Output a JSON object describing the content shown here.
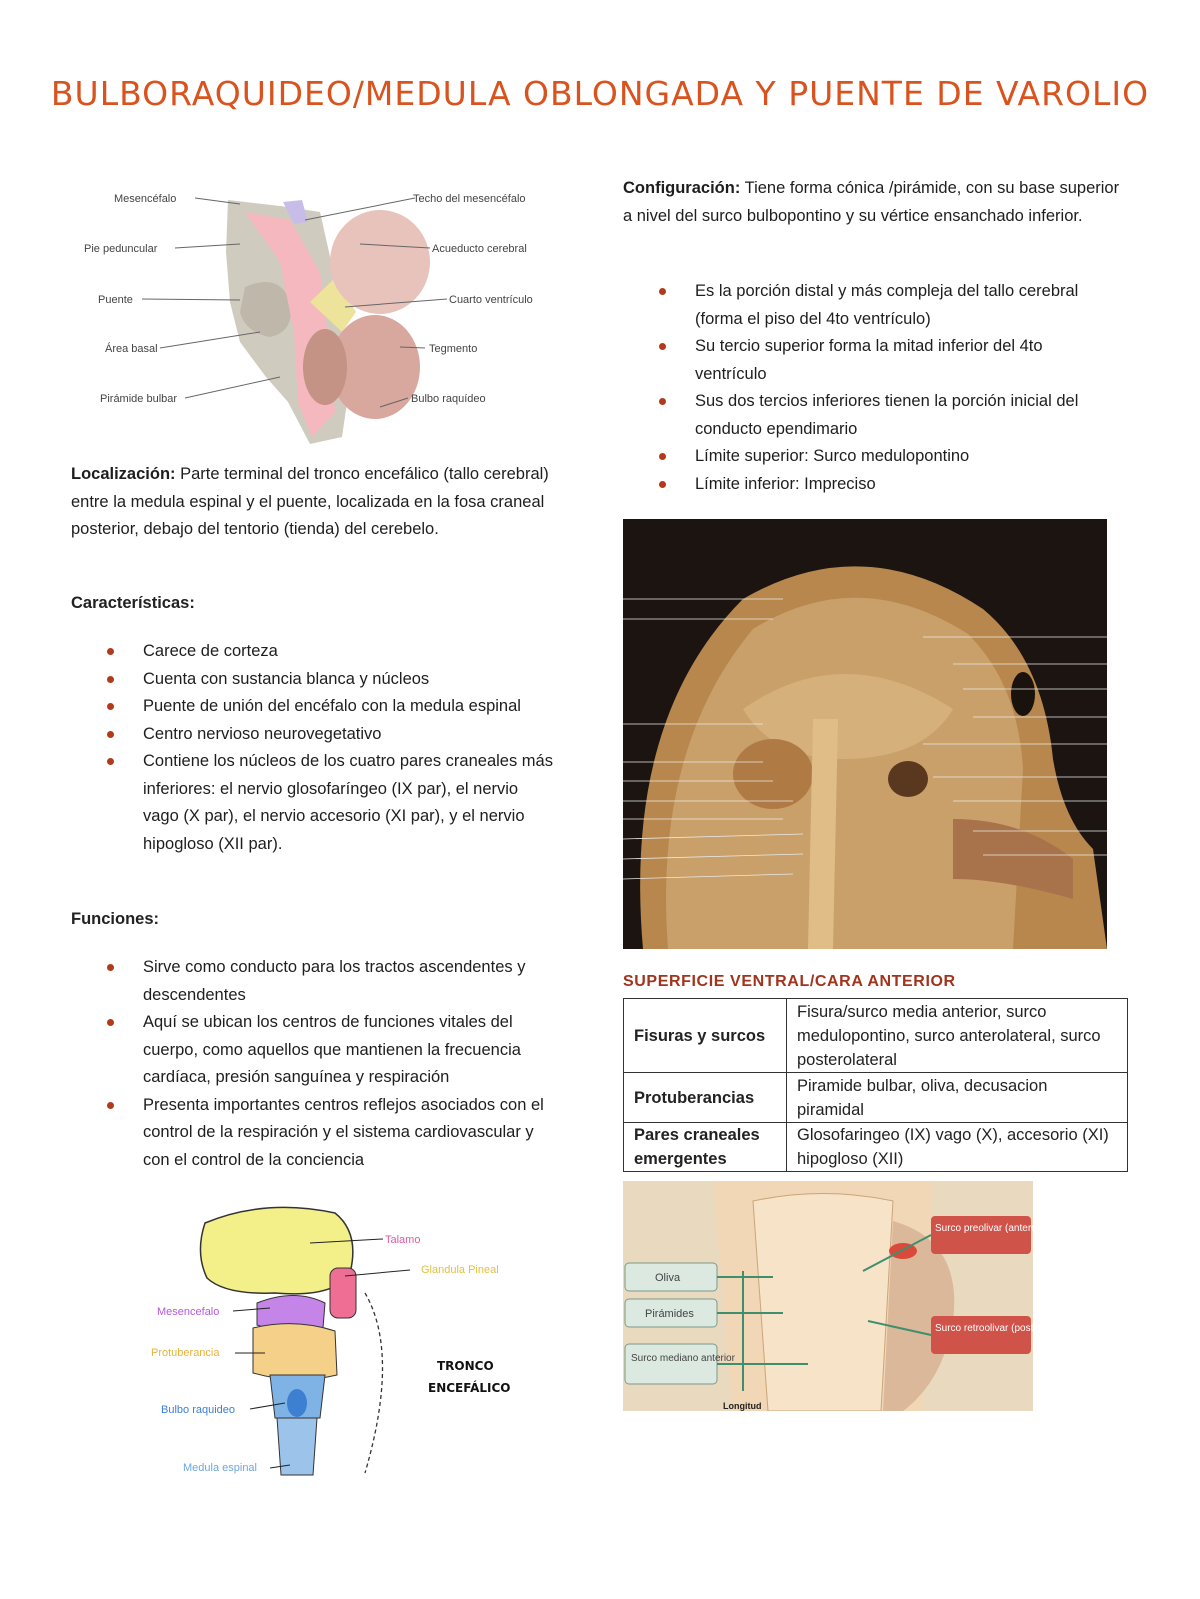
{
  "title": "BULBORAQUIDEO/MEDULA OBLONGADA Y  PUENTE DE VAROLIO",
  "figure1": {
    "labels": [
      "Mesencéfalo",
      "Pie peduncular",
      "Puente",
      "Área basal",
      "Pirámide bulbar",
      "Techo del mesencéfalo",
      "Acueducto cerebral",
      "Cuarto ventrículo",
      "Tegmento",
      "Bulbo raquídeo"
    ]
  },
  "localizacion": {
    "label": "Localización:",
    "text": " Parte terminal del tronco encefálico (tallo cerebral) entre la medula espinal y el puente, localizada en la fosa craneal posterior, debajo del tentorio (tienda) del cerebelo."
  },
  "caracteristicas": {
    "heading": "Características:",
    "items": [
      "Carece de corteza",
      "Cuenta con sustancia blanca y núcleos",
      "Puente de unión del encéfalo con la medula espinal",
      "Centro nervioso neurovegetativo",
      "Contiene los núcleos de los cuatro pares craneales más inferiores: el nervio glosofaríngeo (IX par), el nervio vago (X par), el nervio accesorio (XI par), y el nervio hipogloso (XII par)."
    ]
  },
  "funciones": {
    "heading": "Funciones:",
    "items": [
      "Sirve como conducto para los tractos ascendentes y descendentes",
      "Aquí se ubican los centros de funciones vitales del cuerpo, como aquellos que mantienen la frecuencia cardíaca, presión sanguínea y respiración",
      "Presenta importantes centros reflejos asociados con el control de la respiración y el sistema cardiovascular y con el control de la conciencia"
    ]
  },
  "figure2": {
    "labels": [
      "Talamo",
      "Glandula Pineal",
      "Mesencefalo",
      "Protuberancia",
      "Bulbo raquideo",
      "Medula espinal"
    ],
    "side_label_1": "TRONCO",
    "side_label_2": "ENCEFÁLICO"
  },
  "configuracion": {
    "label": "Configuración:",
    "text": " Tiene forma cónica /pirámide, con su base superior a nivel del surco bulbopontino y su vértice ensanchado inferior."
  },
  "config_items": [
    "Es la porción distal y más compleja del tallo cerebral (forma el piso del 4to ventrículo)",
    "Su tercio superior forma la mitad inferior del 4to ventrículo",
    "Sus dos tercios inferiores tienen la porción inicial del conducto ependimario",
    "Límite superior: Surco medulopontino",
    "Límite inferior: Impreciso"
  ],
  "ventral": {
    "title": "SUPERFICIE VENTRAL/CARA ANTERIOR",
    "rows": [
      {
        "head": "Fisuras y surcos",
        "value": "Fisura/surco media anterior, surco medulopontino, surco anterolateral, surco posterolateral"
      },
      {
        "head": "Protuberancias",
        "value": "Piramide bulbar, oliva, decusacion piramidal"
      },
      {
        "head": "Pares craneales emergentes",
        "value": "Glosofaringeo (IX) vago (X), accesorio (XI) hipogloso (XII)"
      }
    ]
  },
  "figure4": {
    "labels": [
      "Oliva",
      "Pirámides",
      "Surco mediano anterior",
      "Surco preolivar (anterolateral)",
      "Surco retroolivar (posterolateral)",
      "Longitud"
    ]
  },
  "colors": {
    "title": "#d9531e",
    "bullet": "#b23a1a",
    "section": "#a2331c"
  }
}
